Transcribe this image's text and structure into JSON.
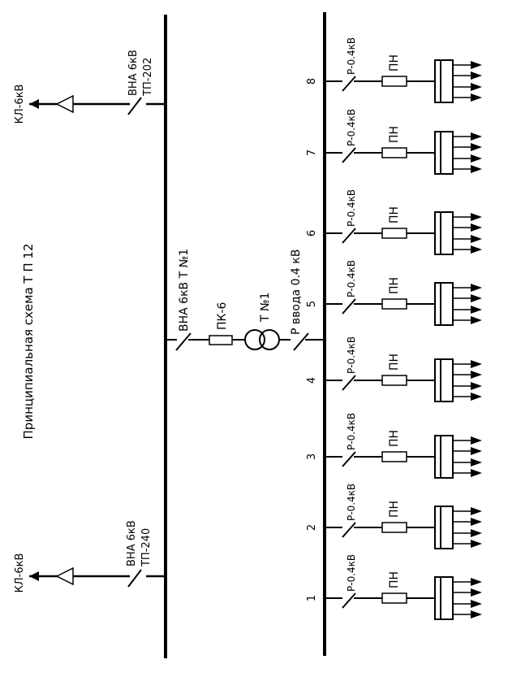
{
  "title": "Принципиальная схема Т П 12",
  "incoming_top": {
    "cable_label": "КЛ-6кВ",
    "switch_label": "ВНА 6кВ",
    "line_label": "ТП-202"
  },
  "incoming_bottom": {
    "cable_label": "КЛ-6кВ",
    "switch_label": "ВНА 6кВ",
    "line_label": "ТП-240"
  },
  "transformer_branch": {
    "switch_label": "ВНА 6кВ Т №1",
    "fuse_label": "ПК-6",
    "transformer_label": "Т  №1",
    "input_switch_label": "Р ввода 0.4 кВ"
  },
  "feeders": [
    {
      "number": "8",
      "switch_label": "Р-0.4кВ",
      "fuse_label": "ПН"
    },
    {
      "number": "7",
      "switch_label": "Р-0.4кВ",
      "fuse_label": "ПН"
    },
    {
      "number": "6",
      "switch_label": "Р-0.4кВ",
      "fuse_label": "ПН"
    },
    {
      "number": "5",
      "switch_label": "Р-0.4кВ",
      "fuse_label": "ПН"
    },
    {
      "number": "4",
      "switch_label": "Р-0.4кВ",
      "fuse_label": "ПН"
    },
    {
      "number": "3",
      "switch_label": "Р-0.4кВ",
      "fuse_label": "ПН"
    },
    {
      "number": "2",
      "switch_label": "Р-0.4кВ",
      "fuse_label": "ПН"
    },
    {
      "number": "1",
      "switch_label": "Р-0.4кВ",
      "fuse_label": "ПН"
    }
  ]
}
